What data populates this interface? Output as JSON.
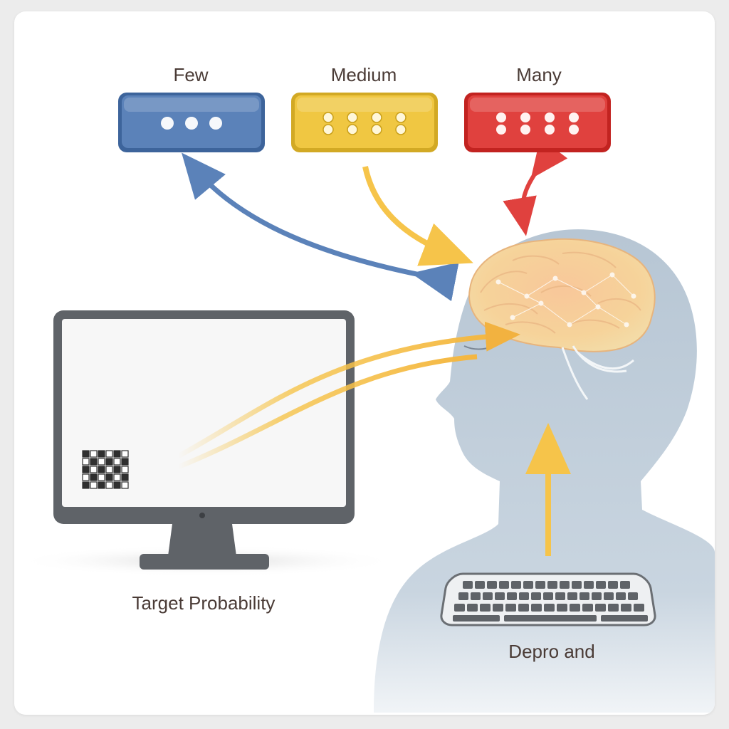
{
  "levels": [
    {
      "label": "Few",
      "dots": 3,
      "color": "#5b82b9"
    },
    {
      "label": "Medium",
      "dots": 4,
      "color": "#f0c742"
    },
    {
      "label": "Many",
      "dots": 4,
      "color": "#e0413e"
    }
  ],
  "captions": {
    "monitor": "Target Probability",
    "keyboard": "Depro and"
  },
  "colors": {
    "arrow_blue": "#5b82b9",
    "arrow_yellow": "#f6c44a",
    "arrow_red": "#e0413e",
    "arrow_orange": "#f2b240",
    "head": "#b9c8d6"
  }
}
